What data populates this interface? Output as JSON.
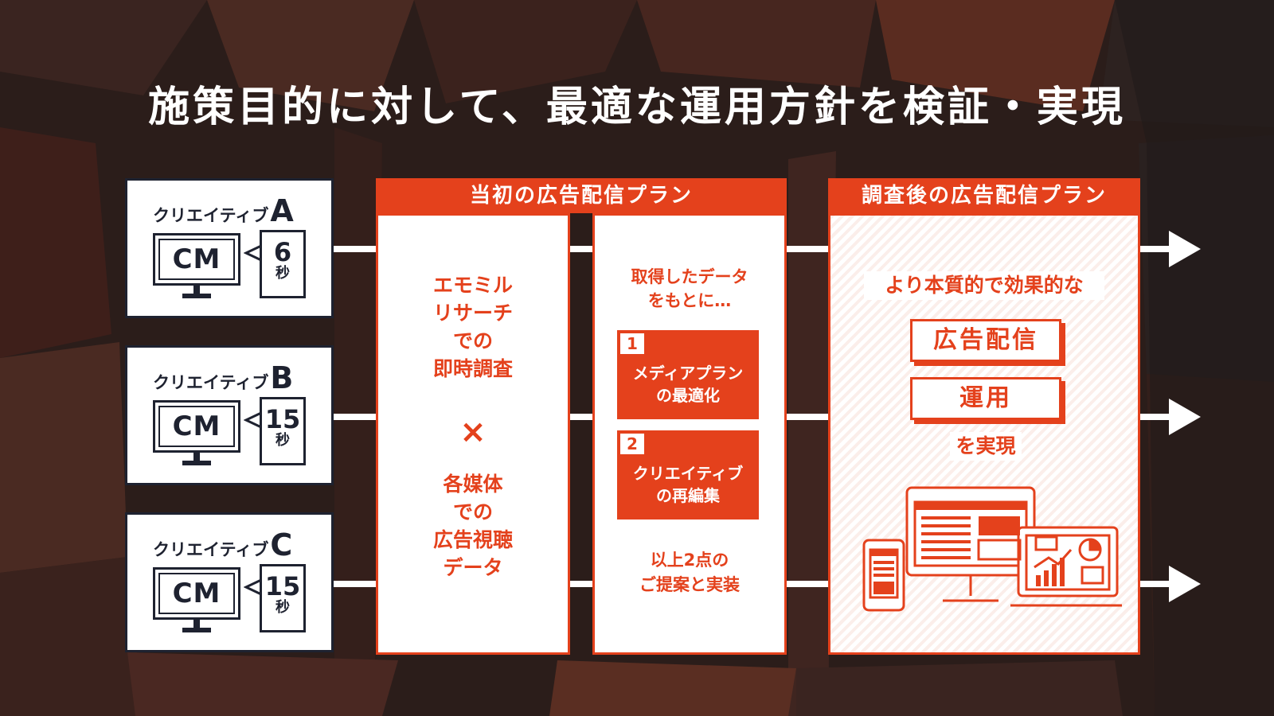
{
  "title": "施策目的に対して、最適な運用方針を検証・実現",
  "colors": {
    "accent": "#e4411c",
    "navy": "#1e2230",
    "white": "#ffffff"
  },
  "creatives": [
    {
      "label": "クリエイティブ",
      "letter": "A",
      "screen": "CM",
      "seconds": "6",
      "unit": "秒"
    },
    {
      "label": "クリエイティブ",
      "letter": "B",
      "screen": "CM",
      "seconds": "15",
      "unit": "秒"
    },
    {
      "label": "クリエイティブ",
      "letter": "C",
      "screen": "CM",
      "seconds": "15",
      "unit": "秒"
    }
  ],
  "initial_plan": {
    "header": "当初の広告配信プラン",
    "left": {
      "lines1": [
        "エモミル",
        "リサーチ",
        "での",
        "即時調査"
      ],
      "cross": "×",
      "lines2": [
        "各媒体",
        "での",
        "広告視聴",
        "データ"
      ]
    },
    "right": {
      "intro": [
        "取得したデータ",
        "をもとに…"
      ],
      "steps": [
        {
          "num": "1",
          "lines": [
            "メディアプラン",
            "の最適化"
          ]
        },
        {
          "num": "2",
          "lines": [
            "クリエイティブ",
            "の再編集"
          ]
        }
      ],
      "outro": [
        "以上2点の",
        "ご提案と実装"
      ]
    }
  },
  "revised_plan": {
    "header": "調査後の広告配信プラン",
    "lead": "より本質的で効果的な",
    "items": [
      "広告配信",
      "運用"
    ],
    "tail": "を実現",
    "icon": "devices-illustration-icon"
  }
}
